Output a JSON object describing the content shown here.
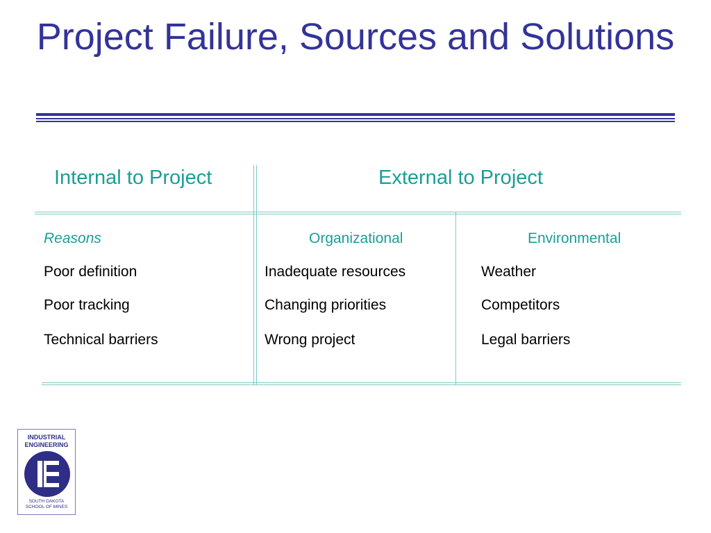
{
  "title": "Project Failure, Sources and Solutions",
  "table": {
    "internal_header": "Internal to Project",
    "external_header": "External to Project",
    "internal": {
      "subheader": "Reasons",
      "items": [
        "Poor definition",
        "Poor tracking",
        "Technical barriers"
      ]
    },
    "organizational": {
      "subheader": "Organizational",
      "items": [
        "Inadequate resources",
        "Changing priorities",
        "Wrong project"
      ]
    },
    "environmental": {
      "subheader": "Environmental",
      "items": [
        "Weather",
        "Competitors",
        "Legal barriers"
      ]
    }
  },
  "logo": {
    "top_line1": "INDUSTRIAL",
    "top_line2": "ENGINEERING",
    "bottom_line1": "SOUTH DAKOTA",
    "bottom_line2": "SCHOOL OF MINES"
  },
  "colors": {
    "title": "#333399",
    "teal": "#1a9e96",
    "rule": "#7fc9c3"
  }
}
